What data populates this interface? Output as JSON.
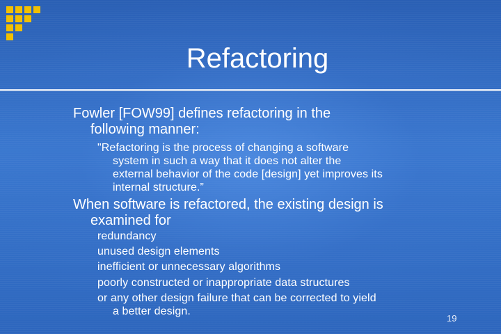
{
  "slide": {
    "title": "Refactoring",
    "bullet_1": {
      "line_1": "Fowler [FOW99] defines refactoring in the",
      "line_2": "following manner:",
      "quote_lines": [
        "\"Refactoring is the process of changing a software",
        "system in such a way that it does not alter the",
        "external behavior of the code [design] yet improves its",
        "internal structure.”"
      ]
    },
    "bullet_2": {
      "line_1": "When software is refactored, the existing design is",
      "line_2": "examined for",
      "items": [
        "redundancy",
        "unused design elements",
        "inefficient or unnecessary algorithms",
        "poorly constructed or inappropriate data structures",
        "or any other design failure that can be corrected to yield"
      ],
      "last_item_continuation": "a better design."
    },
    "page_number": "19"
  },
  "colors": {
    "background": "#2b63b8",
    "text": "#ffffff",
    "logo_squares": "#f2c000",
    "title_rule": "#dfe8f6"
  }
}
